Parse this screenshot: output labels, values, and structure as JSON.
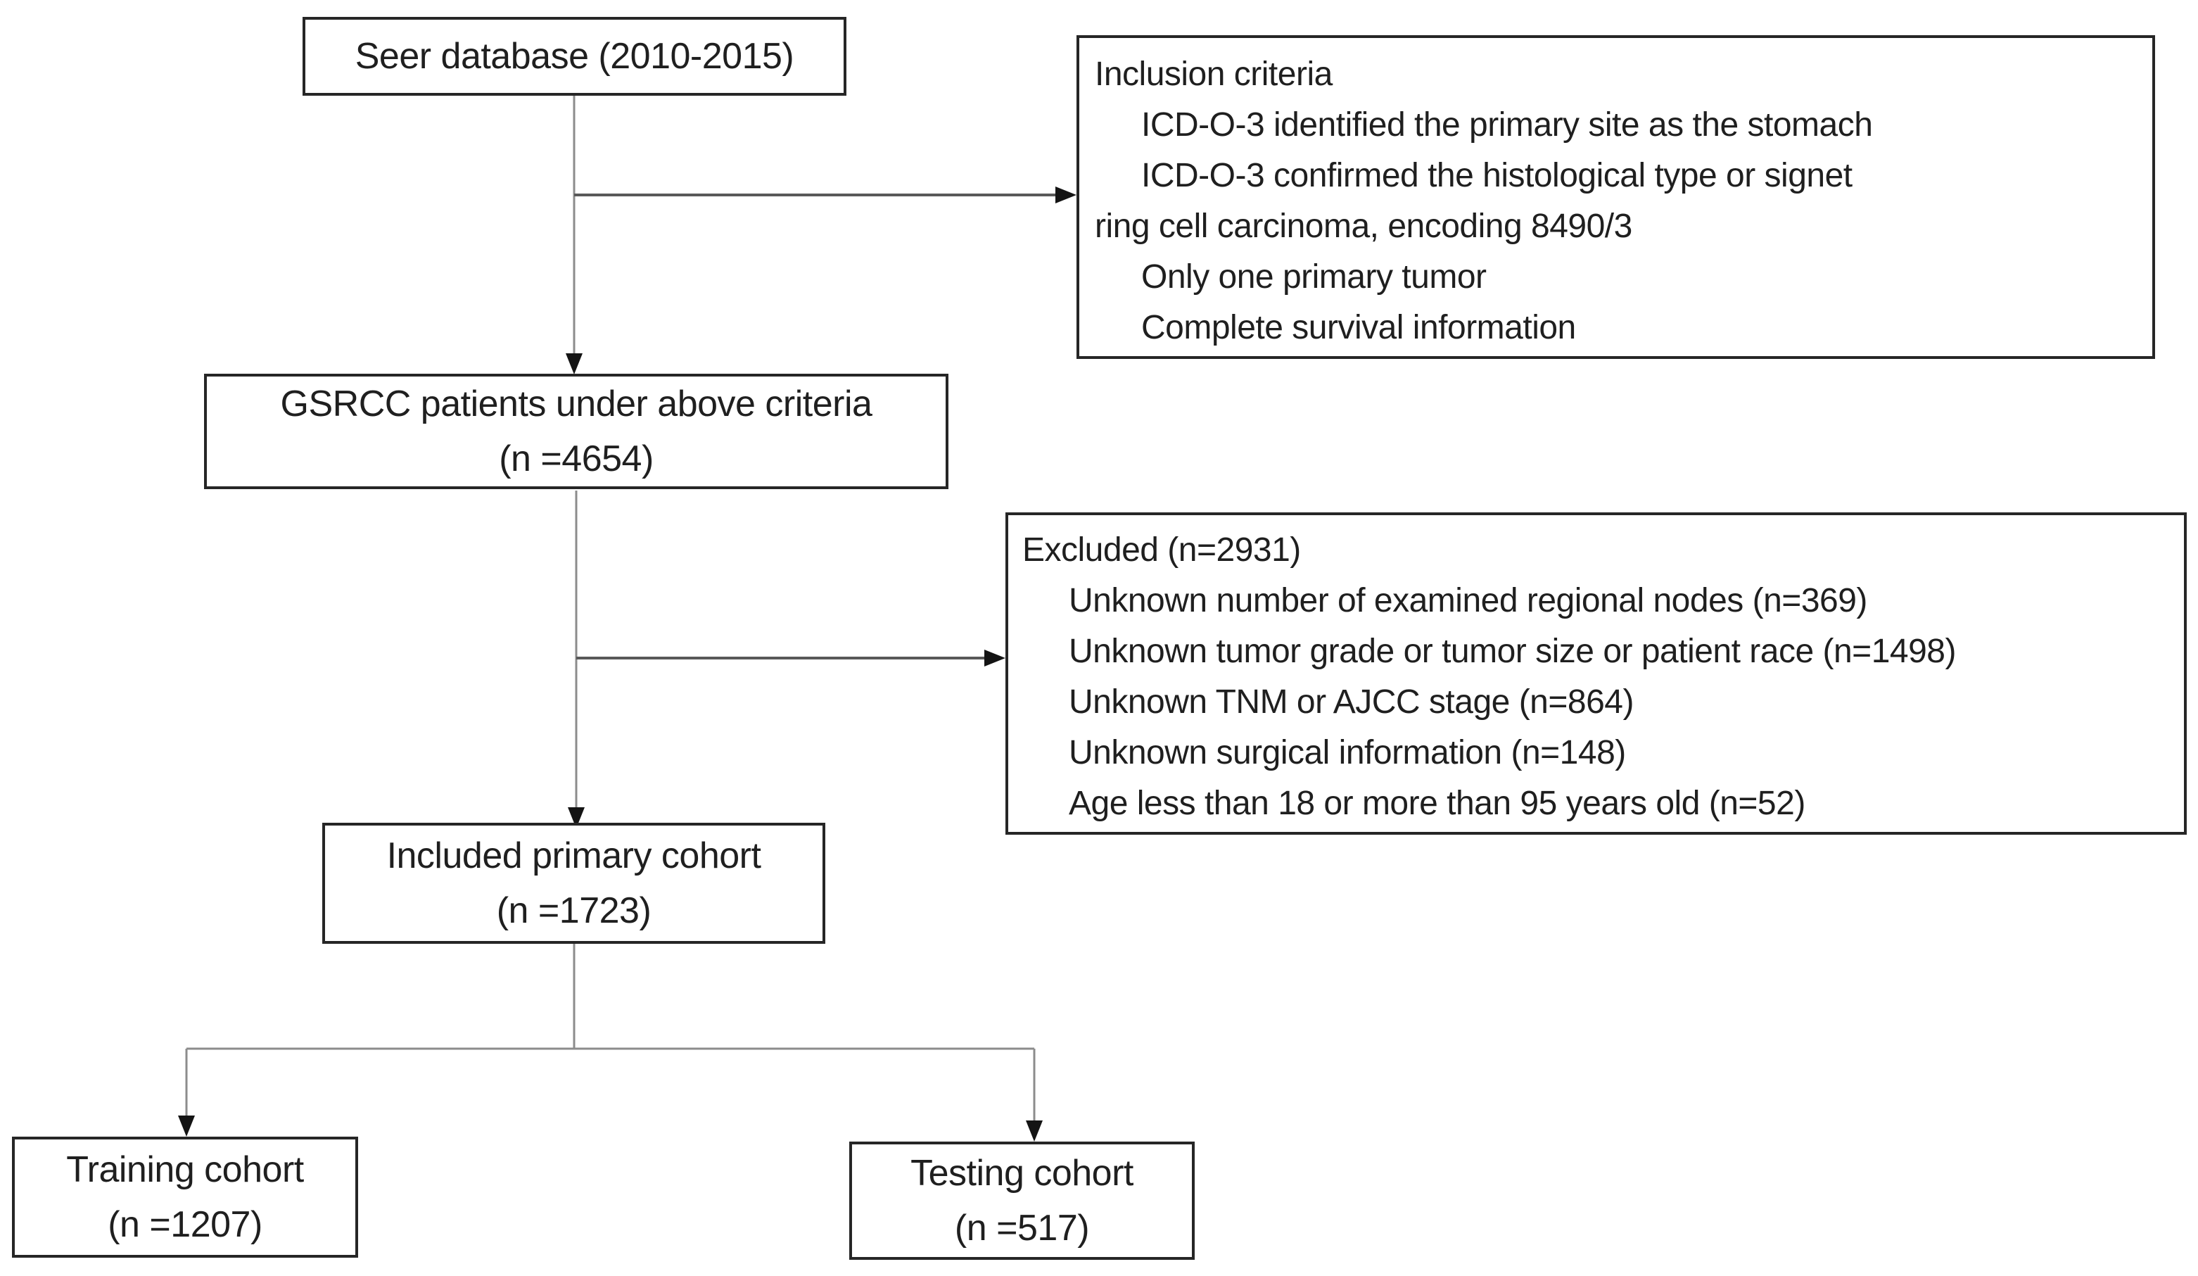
{
  "figure": {
    "kind": "patient-selection-flow-diagram",
    "background_color": "#ffffff",
    "box_border_color": "#262626",
    "connector_color": "#8c8c8c",
    "arrow_color": "#141414",
    "text_color": "#1f1f1f"
  },
  "boxes": {
    "seer": {
      "label": "Seer database (2010-2015)"
    },
    "inclusion": {
      "lines": [
        "Inclusion criteria",
        "ICD-O-3 identified the primary site as the stomach",
        "ICD-O-3 confirmed the histological type or signet",
        "ring cell carcinoma, encoding 8490/3",
        "Only one primary tumor",
        "Complete survival information"
      ]
    },
    "gsrcc": {
      "title": "GSRCC patients under above criteria",
      "count": "(n =4654)"
    },
    "excluded": {
      "lines": [
        "Excluded (n=2931)",
        "Unknown number of examined regional nodes (n=369)",
        "Unknown tumor grade or tumor size or patient race (n=1498)",
        "Unknown TNM or AJCC stage (n=864)",
        "Unknown surgical information (n=148)",
        "Age less than 18 or more than 95 years old (n=52)"
      ]
    },
    "included": {
      "title": "Included primary cohort",
      "count": "(n =1723)"
    },
    "training": {
      "title": "Training cohort",
      "count": "(n =1207)"
    },
    "testing": {
      "title": "Testing cohort",
      "count": "(n =517)"
    }
  }
}
